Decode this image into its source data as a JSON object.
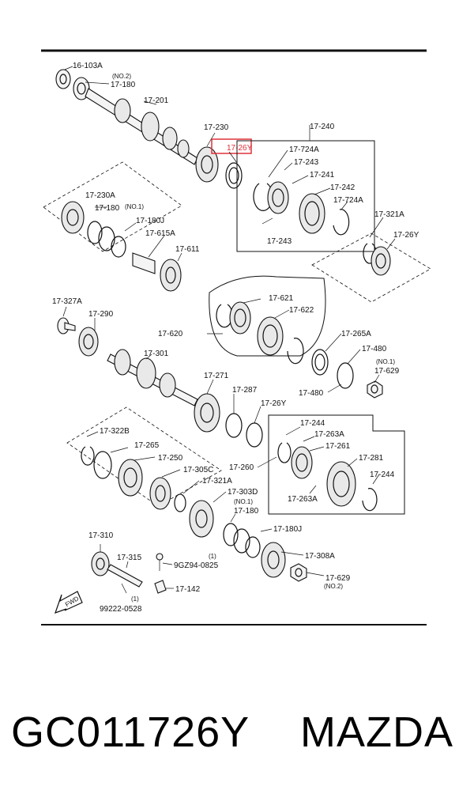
{
  "labels": {
    "l_16_103a": "16-103A",
    "l_no2_a": "(NO.2)",
    "l_17_180_a": "17-180",
    "l_17_201": "17-201",
    "l_17_230": "17-230",
    "l_17_26y_a": "17-26Y",
    "l_17_240": "17-240",
    "l_17_724a_a": "17-724A",
    "l_17_243_a": "17-243",
    "l_17_241": "17-241",
    "l_17_242": "17-242",
    "l_17_724a_b": "17-724A",
    "l_17_243_b": "17-243",
    "l_17_230a": "17-230A",
    "l_17_180_no1": "17-180",
    "l_no1_a": "(NO.1)",
    "l_17_180j_a": "17-180J",
    "l_17_615a": "17-615A",
    "l_17_611": "17-611",
    "l_17_321a_a": "17-321A",
    "l_17_26y_b": "17-26Y",
    "l_17_327a": "17-327A",
    "l_17_290": "17-290",
    "l_17_621": "17-621",
    "l_17_622": "17-622",
    "l_17_620": "17-620",
    "l_17_265a": "17-265A",
    "l_17_480_a": "17-480",
    "l_no1_b": "(NO.1)",
    "l_17_629_a": "17-629",
    "l_17_480_b": "17-480",
    "l_17_301": "17-301",
    "l_17_271": "17-271",
    "l_17_287": "17-287",
    "l_17_26y_c": "17-26Y",
    "l_17_244_a": "17-244",
    "l_17_263a_a": "17-263A",
    "l_17_261": "17-261",
    "l_17_260": "17-260",
    "l_17_281": "17-281",
    "l_17_244_b": "17-244",
    "l_17_263a_b": "17-263A",
    "l_17_322b": "17-322B",
    "l_17_265": "17-265",
    "l_17_250": "17-250",
    "l_17_305c": "17-305C",
    "l_17_321a_b": "17-321A",
    "l_17_303d": "17-303D",
    "l_no1_c": "(NO.1)",
    "l_17_180_c": "17-180",
    "l_17_180j_b": "17-180J",
    "l_17_310": "17-310",
    "l_17_315": "17-315",
    "l_1_a": "(1)",
    "l_9gz94": "9GZ94-0825",
    "l_17_142": "17-142",
    "l_1_b": "(1)",
    "l_99222": "99222-0528",
    "l_17_308a": "17-308A",
    "l_17_629_b": "17-629",
    "l_no2_b": "(NO.2)",
    "l_fwd": "FWD"
  },
  "highlight": {
    "part": "17-26Y",
    "color": "#e0303a"
  },
  "caption": {
    "part_number": "GC011726Y",
    "brand": "MAZDA"
  }
}
